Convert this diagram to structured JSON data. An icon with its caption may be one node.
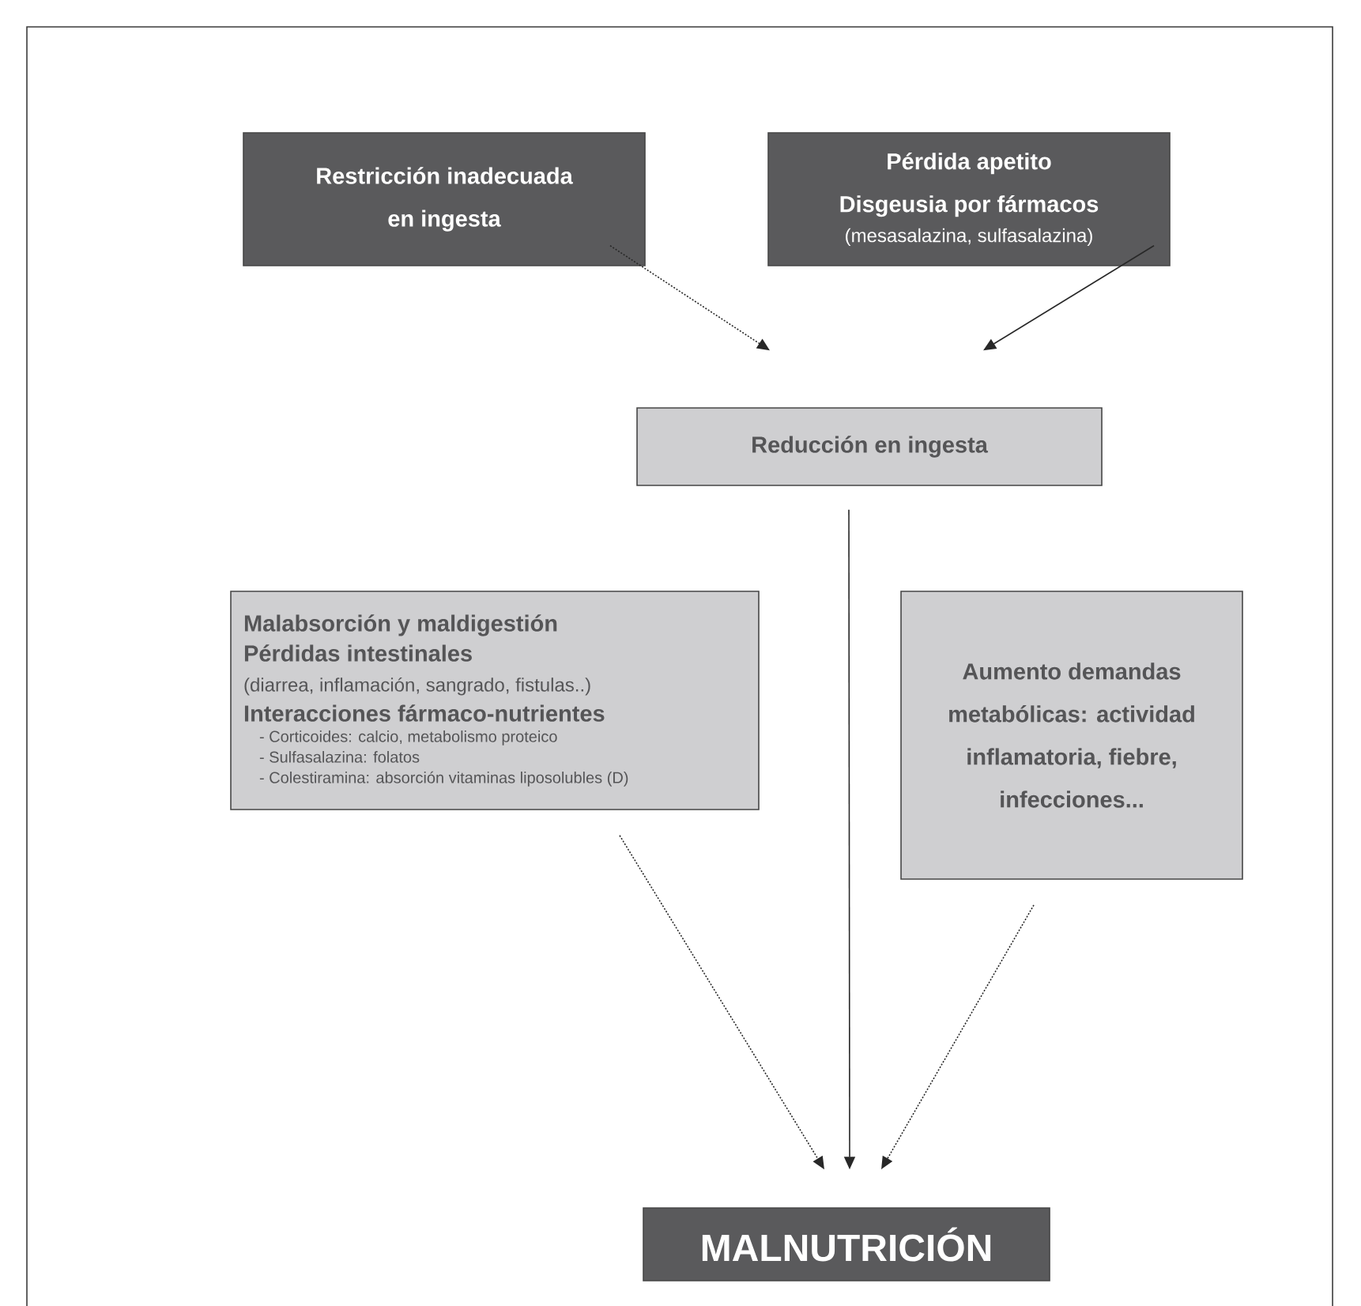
{
  "diagram": {
    "nodes": [
      {
        "text": [
          "Restricción inadecuada en ingesta"
        ]
      },
      {
        "text": [
          "Pérdida apetito",
          "Disgeusia por fármacos",
          "(mesasalazina, sulfasalazina)"
        ]
      },
      {
        "text": [
          "Reducción en ingesta"
        ]
      },
      {
        "text": [
          "Malabsorción y maldigestión",
          "Pérdidas intestinales",
          "(diarrea, inflamación, sangrado, fistulas..)",
          "Interacciones fármaco-nutrientes",
          "- Corticoides: calcio, metabolismo proteico",
          "- Sulfasalazina: folatos",
          "- Colestiramina: absorción vitaminas liposolubles (D)"
        ]
      },
      {
        "text": [
          "Aumento demandas metabólicas: actividad inflamatoria, fiebre, infecciones..."
        ]
      },
      {
        "text": [
          "MALNUTRICIÓN"
        ]
      }
    ],
    "edges": [
      {
        "from": 0,
        "to": 2,
        "arrow": "to",
        "style": "dashed"
      },
      {
        "from": 1,
        "to": 2,
        "arrow": "to"
      },
      {
        "from": 2,
        "to": 5,
        "arrow": "to"
      },
      {
        "from": 3,
        "to": 5,
        "arrow": "to",
        "style": "dashed"
      },
      {
        "from": 4,
        "to": 5,
        "arrow": "to",
        "style": "dashed"
      }
    ]
  }
}
